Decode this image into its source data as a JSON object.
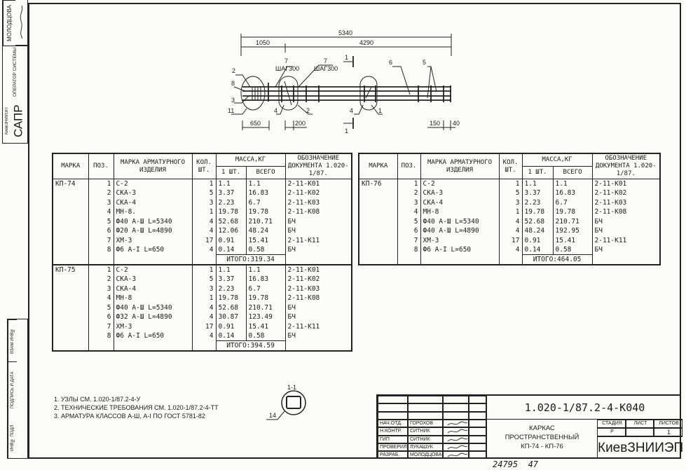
{
  "stamp_top": {
    "author": "МОЛОДЦОВА",
    "operator": "ОПЕРАТОР СИСТЕМЫ",
    "sapr": "САПР",
    "org": "КиевЗНИИЭП"
  },
  "stamp_bottom": {
    "vzam": "ВЗАМ ИНВ№",
    "podpis": "ПОДПИСЬ И ДАТА",
    "inv": "ИНВ№ ПОДЛ"
  },
  "drawing": {
    "dim_total": "5340",
    "dim_1050": "1050",
    "dim_4290": "4290",
    "dim_650": "650",
    "dim_200": "200",
    "dim_150": "150",
    "dim_40": "40",
    "label_7a": "7",
    "step_a": "ШАГ300",
    "label_7b": "7",
    "step_b": "ШАГ300",
    "label_2a": "2",
    "label_8": "8",
    "label_3": "3",
    "label_11": "11",
    "label_4a": "4",
    "label_2b": "2",
    "label_4b": "4",
    "label_1": "1",
    "label_6": "6",
    "label_5": "5",
    "section_top": "1",
    "section_bottom": "1",
    "section_title": "1-1",
    "label_14": "14"
  },
  "table_headers": {
    "marka": "МАРКА",
    "poz": "ПОЗ.",
    "izd": "МАРКА АРМАТУРНОГО ИЗДЕЛИЯ",
    "kol": "КОЛ. ШТ.",
    "massa": "МАССА,КГ",
    "one": "1 ШТ.",
    "all": "ВСЕГО",
    "doc": "ОБОЗНАЧЕНИЕ ДОКУМЕНТА 1.020-1/87."
  },
  "left_table": [
    {
      "marka": "КП-74",
      "total": "ИТОГО:319.34",
      "rows": [
        [
          "1",
          "С-2",
          "1",
          "1.1",
          "1.1",
          "2-11-К01"
        ],
        [
          "2",
          "СКА-3",
          "5",
          "3.37",
          "16.83",
          "2-11-К02"
        ],
        [
          "3",
          "СКА-4",
          "3",
          "2.23",
          "6.7",
          "2-11-К03"
        ],
        [
          "4",
          "МН-8.",
          "1",
          "19.78",
          "19.78",
          "2-11-К08"
        ],
        [
          "5",
          "Ф40 А-Ш L=5340",
          "4",
          "52.68",
          "210.71",
          "БЧ"
        ],
        [
          "6",
          "Ф20 А-Ш L=4890",
          "4",
          "12.06",
          "48.24",
          "БЧ"
        ],
        [
          "7",
          "ХМ-3",
          "17",
          "0.91",
          "15.41",
          "2-11-К11"
        ],
        [
          "8",
          "Ф6 А-I L=650",
          "4",
          "0.14",
          "0.58",
          "БЧ"
        ]
      ]
    },
    {
      "marka": "КП-75",
      "total": "ИТОГО:394.59",
      "rows": [
        [
          "1",
          "С-2",
          "1",
          "1.1",
          "1.1",
          "2-11-К01"
        ],
        [
          "2",
          "СКА-3",
          "5",
          "3.37",
          "16.83",
          "2-11-К02"
        ],
        [
          "3",
          "СКА-4",
          "3",
          "2.23",
          "6.7",
          "2-11-К03"
        ],
        [
          "4",
          "МН-8",
          "1",
          "19.78",
          "19.78",
          "2-11-К08"
        ],
        [
          "5",
          "Ф40 А-Ш L=5340",
          "4",
          "52.68",
          "210.71",
          "БЧ"
        ],
        [
          "6",
          "Ф32 А-Ш L=4890",
          "4",
          "30.87",
          "123.49",
          "БЧ"
        ],
        [
          "7",
          "ХМ-3",
          "17",
          "0.91",
          "15.41",
          "2-11-К11"
        ],
        [
          "8",
          "Ф6 А-I L=650",
          "4",
          "0.14",
          "0.58",
          "БЧ"
        ]
      ]
    }
  ],
  "right_table": [
    {
      "marka": "КП-76",
      "total": "ИТОГО:464.05",
      "rows": [
        [
          "1",
          "С-2",
          "1",
          "1.1",
          "1.1",
          "2-11-К01"
        ],
        [
          "2",
          "СКА-3",
          "5",
          "3.37",
          "16.83",
          "2-11-К02"
        ],
        [
          "3",
          "СКА-4",
          "3",
          "2.23",
          "6.7",
          "2-11-К03"
        ],
        [
          "4",
          "МН-8",
          "1",
          "19.78",
          "19.78",
          "2-11-К08"
        ],
        [
          "5",
          "Ф40 А-Ш L=5340",
          "4",
          "52.68",
          "210.71",
          "БЧ"
        ],
        [
          "6",
          "Ф40 А-Ш L=4890",
          "4",
          "48.24",
          "192.95",
          "БЧ"
        ],
        [
          "7",
          "ХМ-3",
          "17",
          "0.91",
          "15.41",
          "2-11-К11"
        ],
        [
          "8",
          "Ф6 А-I L=650",
          "4",
          "0.14",
          "0.58",
          "БЧ"
        ]
      ]
    }
  ],
  "notes": [
    "1. УЗЛЫ СМ. 1.020-1/87.2-4-У",
    "2. ТЕХНИЧЕСКИЕ ТРЕБОВАНИЯ СМ. 1.020-1/87.2-4-ТТ",
    "3. АРМАТУРА КЛАССОВ А-Ш, А-I ПО ГОСТ 5781-82"
  ],
  "title_block": {
    "code": "1.020-1/87.2-4-К040",
    "title": [
      "КАРКАС",
      "ПРОСТРАНСТВЕННЫЙ",
      "КП-74 - КП-76"
    ],
    "stadia_label": "СТАДИЯ",
    "list_label": "ЛИСТ",
    "listov_label": "ЛИСТОВ",
    "stadia": "Р",
    "list": "",
    "listov": "1",
    "org": "КиевЗНИИЭП",
    "signers": [
      [
        "НАЧ.ОТД.",
        "ГОРОХОВ"
      ],
      [
        "Н.КОНТР.",
        "СИТНИК"
      ],
      [
        "ГИП",
        "СИТНИК"
      ],
      [
        "ПРОВЕРИЛ",
        "ЛУКАШУК"
      ],
      [
        "РАЗРАБ.",
        "МОЛОДЦОВА"
      ]
    ],
    "bottom_number": "24795  47"
  }
}
